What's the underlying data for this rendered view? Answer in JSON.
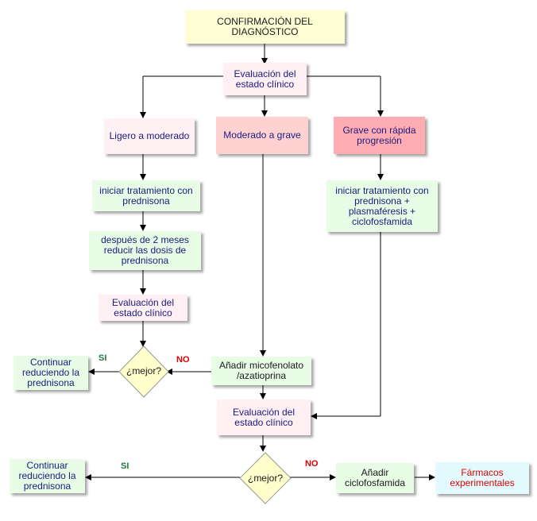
{
  "nodes": {
    "confirm": "CONFIRMACIÓN DEL DIAGNÓSTICO",
    "eval_top": "Evaluación del estado clínico",
    "mild": "Ligero a moderado",
    "moderate": "Moderado a grave",
    "severe": "Grave con rápida progresión",
    "treat_pred": "iniciar tratamiento con prednisona",
    "reduce": "después de 2 meses reducir las dosis de prednisona",
    "eval_left": "Evaluación del estado clínico",
    "better_left": "¿mejor?",
    "continue_left": "Continuar reduciendo la prednisona",
    "treat_severe": "iniciar tratamiento con prednisona + plasmaféresis + ciclofosfamida",
    "add_myco": "Añadir micofenolato /azatioprina",
    "eval_bottom": "Evaluación del estado clínico",
    "better_bottom": "¿mejor?",
    "continue_bottom": "Continuar reduciendo la prednisona",
    "add_cyclo": "Añadir ciclofosfamida",
    "experimental": "Fármacos experimentales"
  },
  "labels": {
    "si_left": "SI",
    "no_left": "NO",
    "si_bottom": "SI",
    "no_bottom": "NO"
  }
}
